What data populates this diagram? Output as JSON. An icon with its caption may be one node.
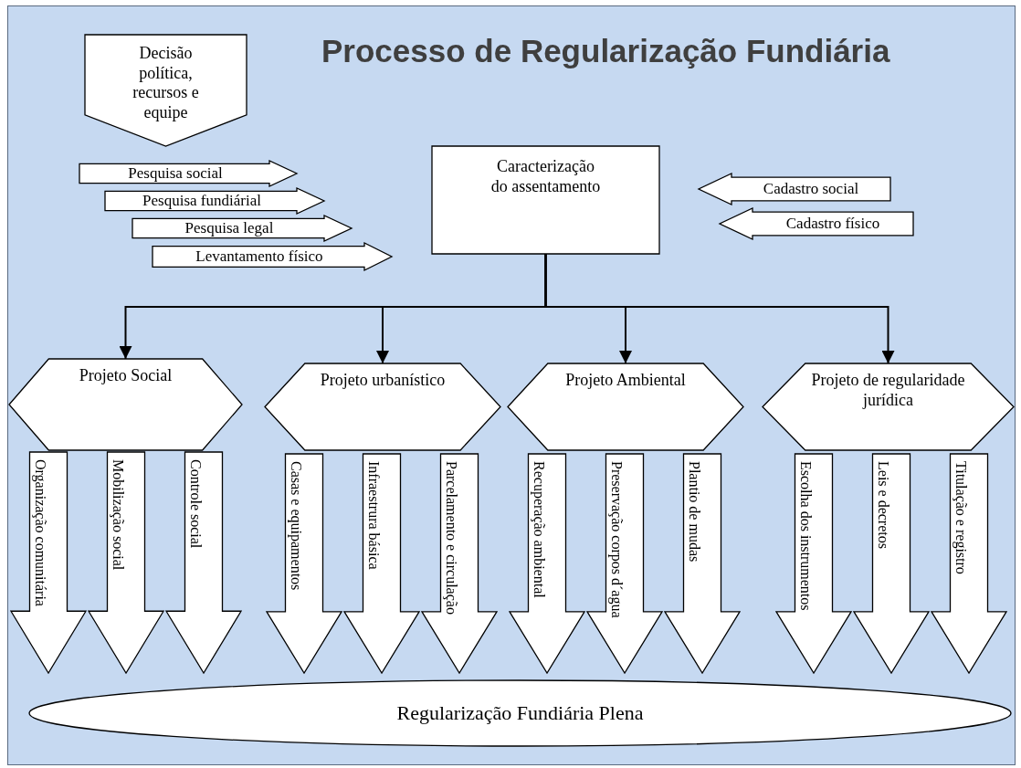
{
  "diagram": {
    "title": "Processo de Regularização Fundiária",
    "nodes": [
      {
        "text": [
          "Decisão política, recursos e equipe"
        ]
      },
      {
        "text": [
          "Caracterização do assentamento"
        ]
      },
      {
        "text": [
          "Pesquisa social"
        ]
      },
      {
        "text": [
          "Pesquisa fundiárial"
        ]
      },
      {
        "text": [
          "Pesquisa legal"
        ]
      },
      {
        "text": [
          "Levantamento físico"
        ]
      },
      {
        "text": [
          "Cadastro social"
        ]
      },
      {
        "text": [
          "Cadastro físico"
        ]
      },
      {
        "text": [
          "Projeto Social"
        ]
      },
      {
        "text": [
          "Projeto urbanístico"
        ]
      },
      {
        "text": [
          "Projeto Ambiental"
        ]
      },
      {
        "text": [
          "Projeto de regularidade jurídica"
        ]
      },
      {
        "text": [
          "Organização comunitária"
        ]
      },
      {
        "text": [
          "Mobilização social"
        ]
      },
      {
        "text": [
          "Controle social"
        ]
      },
      {
        "text": [
          "Casas e equipamentos"
        ]
      },
      {
        "text": [
          "Infraestrura básica"
        ]
      },
      {
        "text": [
          "Parcelamento e circulação"
        ]
      },
      {
        "text": [
          "Recuperação ambiental"
        ]
      },
      {
        "text": [
          "Preservação corpos d´agua"
        ]
      },
      {
        "text": [
          "Plantio de mudas"
        ]
      },
      {
        "text": [
          "Escolha dos instrumentos"
        ]
      },
      {
        "text": [
          "Leis e decretos"
        ]
      },
      {
        "text": [
          "Titulação e registro"
        ]
      },
      {
        "text": [
          "Regularização Fundiária Plena"
        ]
      }
    ],
    "edges": [
      {
        "from": 1,
        "to": 8,
        "arrow": "to"
      },
      {
        "from": 1,
        "to": 9,
        "arrow": "to"
      },
      {
        "from": 1,
        "to": 10,
        "arrow": "to"
      },
      {
        "from": 1,
        "to": 11,
        "arrow": "to"
      }
    ]
  }
}
